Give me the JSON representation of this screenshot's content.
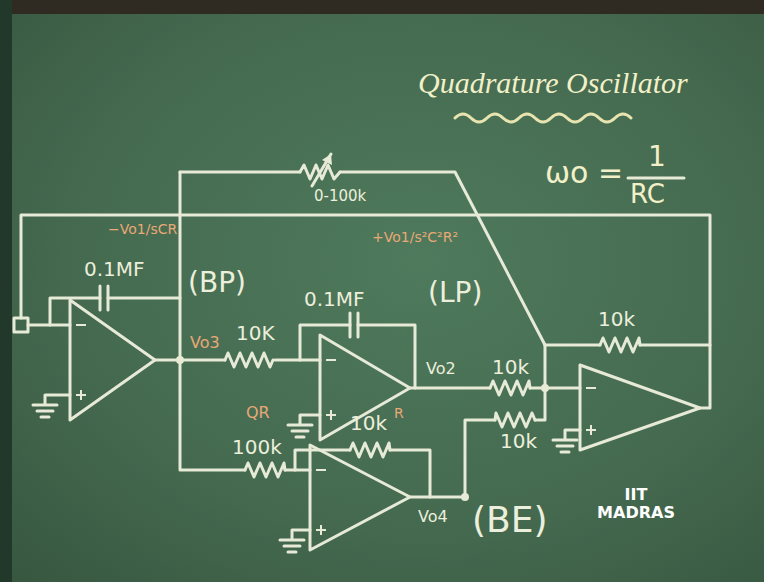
{
  "diagram": {
    "title": "Quadrature Oscillator",
    "labels": [
      "ωo =",
      "1",
      "RC",
      "0-100k",
      "−Vo1/sCR",
      "+Vo1/s²C²R²",
      "0.1MF",
      "(BP)",
      "10K",
      "Vo3",
      "0.1MF",
      "(LP)",
      "Vo2",
      "10k",
      "10k",
      "QR",
      "100k",
      "10k",
      "R",
      "10k",
      "Vo4",
      "(BE)",
      "IIT MADRAS"
    ]
  }
}
